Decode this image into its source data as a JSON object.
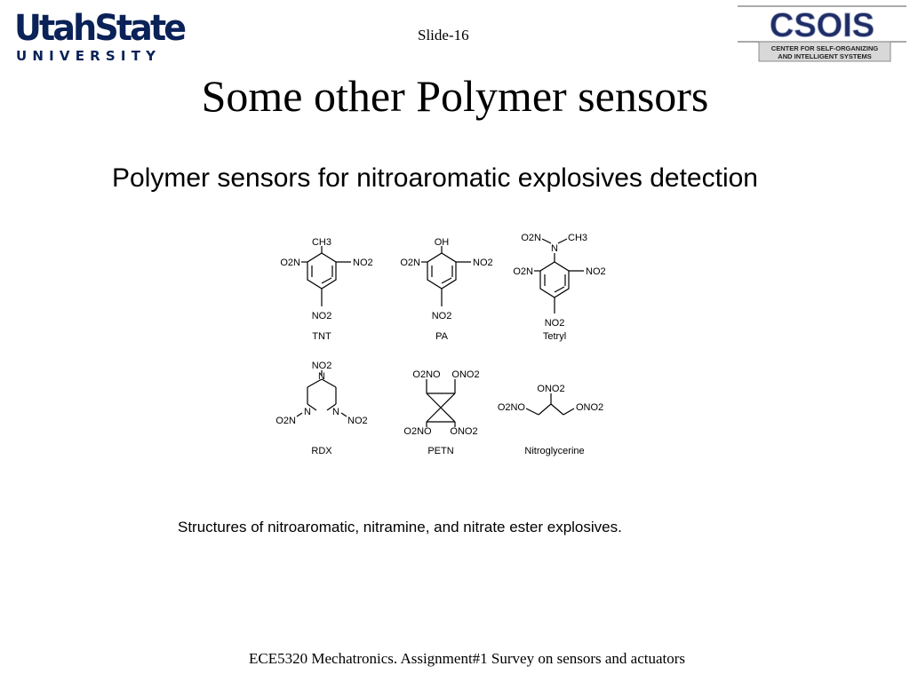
{
  "header": {
    "logo_left": {
      "main": "UtahState",
      "sub": "UNIVERSITY"
    },
    "slide_number": "Slide-16",
    "logo_right": {
      "main": "CSOIS",
      "line1": "CENTER FOR SELF-ORGANIZING",
      "line2": "AND INTELLIGENT SYSTEMS"
    }
  },
  "title": "Some other Polymer sensors",
  "subtitle": "Polymer sensors for nitroaromatic explosives detection",
  "figure": {
    "groups": [
      "NO2",
      "O2N",
      "CH3",
      "OH",
      "N",
      "O2NO",
      "ONO2"
    ],
    "compounds": [
      "TNT",
      "PA",
      "Tetryl",
      "RDX",
      "PETN",
      "Nitroglycerine"
    ]
  },
  "caption": "Structures of nitroaromatic, nitramine, and nitrate ester explosives.",
  "footer": "ECE5320 Mechatronics. Assignment#1 Survey on sensors and actuators",
  "colors": {
    "usu_blue": "#0a2258",
    "csois_blue": "#1f2d66"
  }
}
